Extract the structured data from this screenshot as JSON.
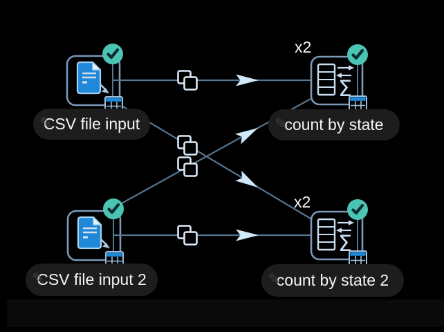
{
  "app": {
    "view": "workflow-canvas"
  },
  "colors": {
    "background": "#000000",
    "node_border": "#7b99b9",
    "connection_line": "#56758f",
    "arrowhead": "#cfe8fa",
    "copy_icon_stroke": "#dcebf9",
    "status_ok_teal": "#4cc4b4",
    "document_blue": "#1f88d9",
    "icon_light_blue": "#cadef2",
    "label_pill_bg": "#1d1d1d",
    "label_text": "#f5f5f5",
    "badge_text": "#f8f8f8"
  },
  "icons": {
    "sigma": "Σ",
    "pencil": "✎"
  },
  "nodes": [
    {
      "label": "CSV file input",
      "type": "csv-file-input",
      "status": "completed",
      "badge": ""
    },
    {
      "label": "count by state",
      "type": "count-transform",
      "status": "completed",
      "badge": "x2"
    },
    {
      "label": "CSV file input 2",
      "type": "csv-file-input",
      "status": "completed",
      "badge": ""
    },
    {
      "label": "count by state 2",
      "type": "count-transform",
      "status": "completed",
      "badge": "x2"
    }
  ],
  "connections": [
    {
      "from": "CSV file input",
      "to": "count by state"
    },
    {
      "from": "CSV file input",
      "to": "count by state 2"
    },
    {
      "from": "CSV file input 2",
      "to": "count by state"
    },
    {
      "from": "CSV file input 2",
      "to": "count by state 2"
    }
  ]
}
